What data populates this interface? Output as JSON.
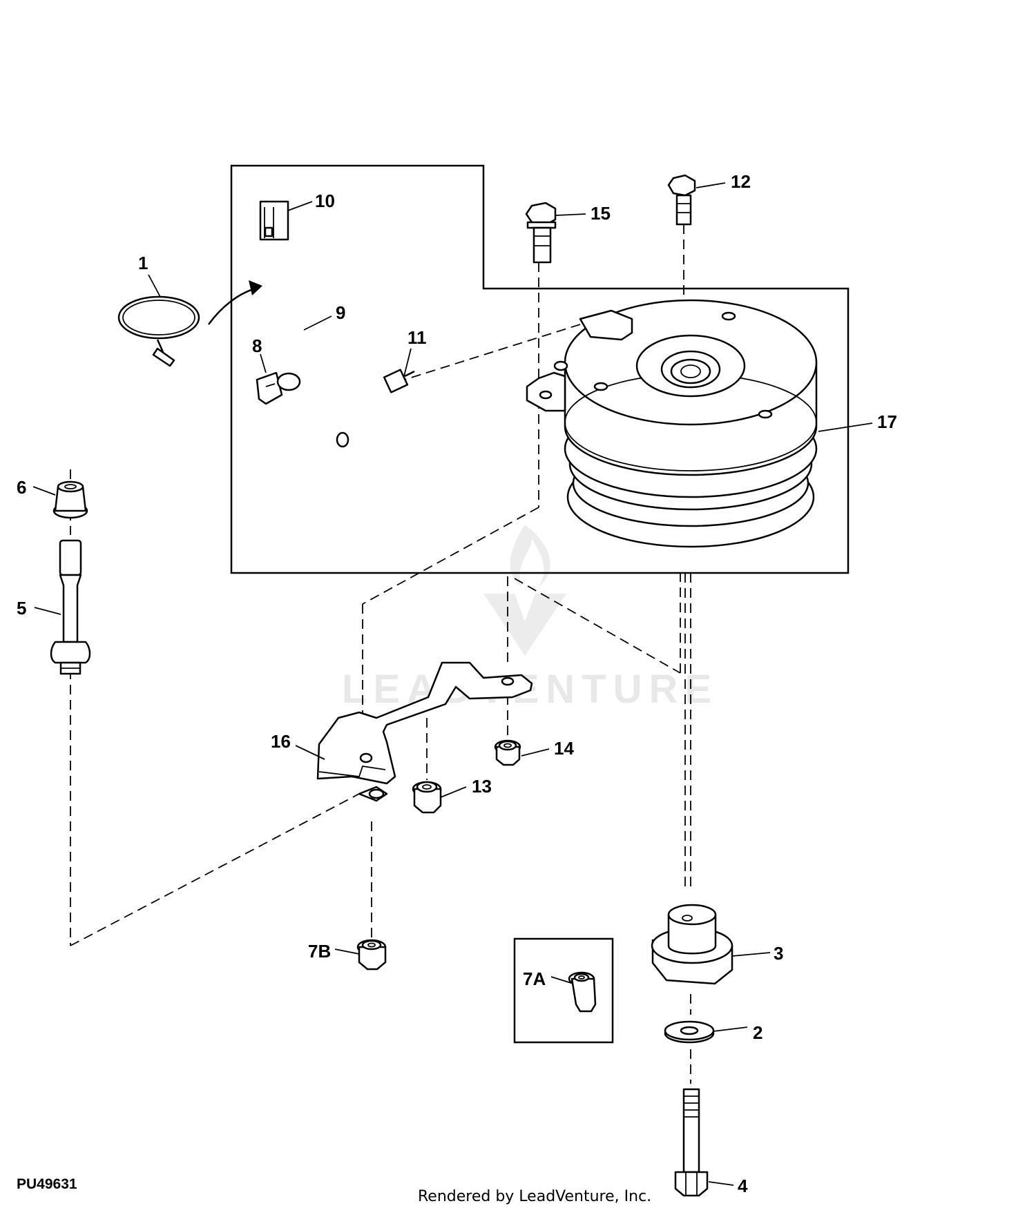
{
  "figure_id": "PU49631",
  "footer_credit": "Rendered by LeadVenture, Inc.",
  "watermark": "LEADVENTURE",
  "callouts": [
    "1",
    "2",
    "3",
    "4",
    "5",
    "6",
    "7A",
    "7B",
    "8",
    "9",
    "10",
    "11",
    "12",
    "13",
    "14",
    "15",
    "16",
    "17"
  ]
}
